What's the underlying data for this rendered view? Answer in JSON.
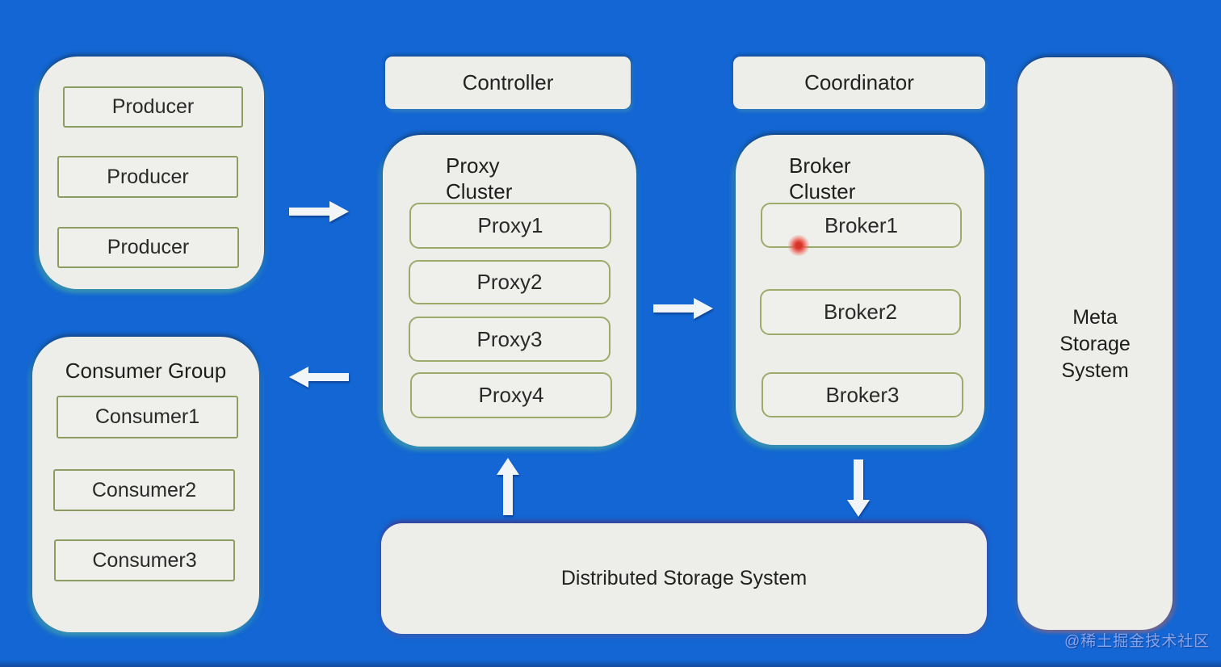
{
  "colors": {
    "background": "#1366d3",
    "panel_fill": "#edeee9",
    "inner_border_sharp": "#8d9c60",
    "inner_border_round": "#9caa6a",
    "text": "#252525",
    "arrow_fill": "#f2f5f7",
    "laser_dot": "#d8352a",
    "watermark": "#8aa3e6"
  },
  "producer_group": {
    "items": [
      "Producer",
      "Producer",
      "Producer"
    ]
  },
  "consumer_group": {
    "title": "Consumer Group",
    "items": [
      "Consumer1",
      "Consumer2",
      "Consumer3"
    ]
  },
  "controller": {
    "label": "Controller"
  },
  "proxy_cluster": {
    "title": [
      "Proxy",
      "Cluster"
    ],
    "items": [
      "Proxy1",
      "Proxy2",
      "Proxy3",
      "Proxy4"
    ]
  },
  "coordinator": {
    "label": "Coordinator"
  },
  "broker_cluster": {
    "title": [
      "Broker",
      "Cluster"
    ],
    "items": [
      "Broker1",
      "Broker2",
      "Broker3"
    ]
  },
  "meta_storage": {
    "title": [
      "Meta",
      "Storage",
      "System"
    ]
  },
  "distributed_storage": {
    "label": "Distributed Storage System"
  },
  "watermark": {
    "text": "@稀土掘金技术社区"
  }
}
